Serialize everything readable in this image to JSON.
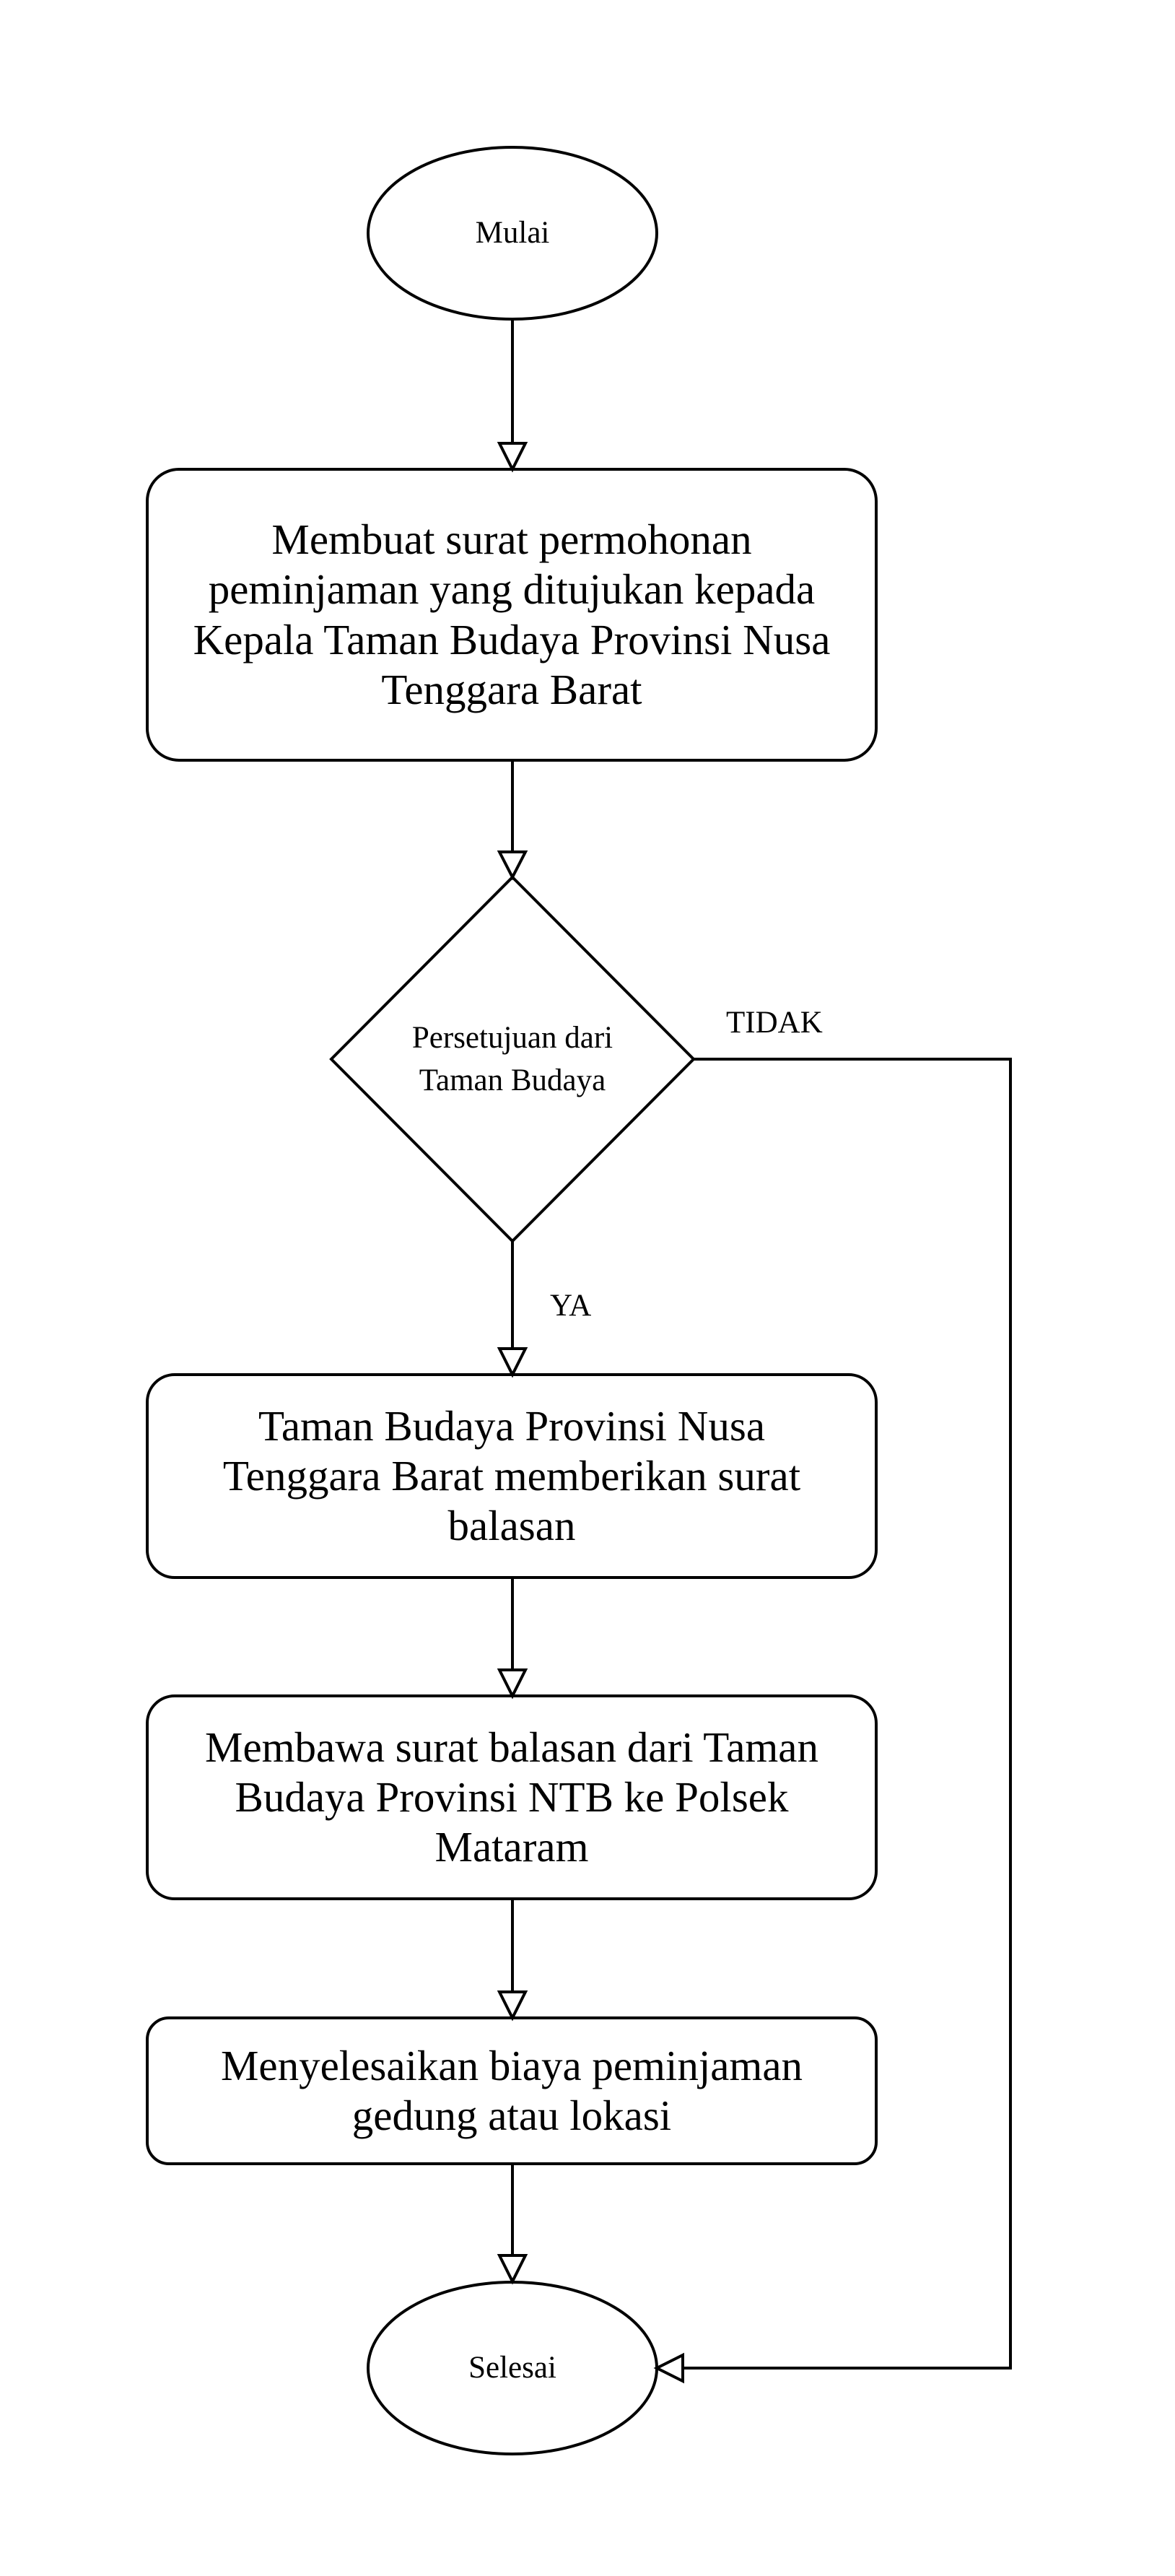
{
  "flowchart": {
    "start": {
      "label": "Mulai"
    },
    "step1": {
      "label": "Membuat surat permohonan peminjaman yang ditujukan kepada Kepala Taman Budaya Provinsi Nusa Tenggara Barat"
    },
    "decision": {
      "label": "Persetujuan dari Taman Budaya",
      "no_label": "TIDAK",
      "yes_label": "YA"
    },
    "step2": {
      "label": "Taman Budaya Provinsi Nusa Tenggara Barat memberikan surat balasan"
    },
    "step3": {
      "label": "Membawa surat balasan dari Taman Budaya Provinsi NTB ke Polsek Mataram"
    },
    "step4": {
      "label": "Menyelesaikan biaya peminjaman gedung atau lokasi"
    },
    "end": {
      "label": "Selesai"
    }
  },
  "colors": {
    "stroke": "#000000",
    "fill": "#ffffff",
    "text": "#000000"
  }
}
